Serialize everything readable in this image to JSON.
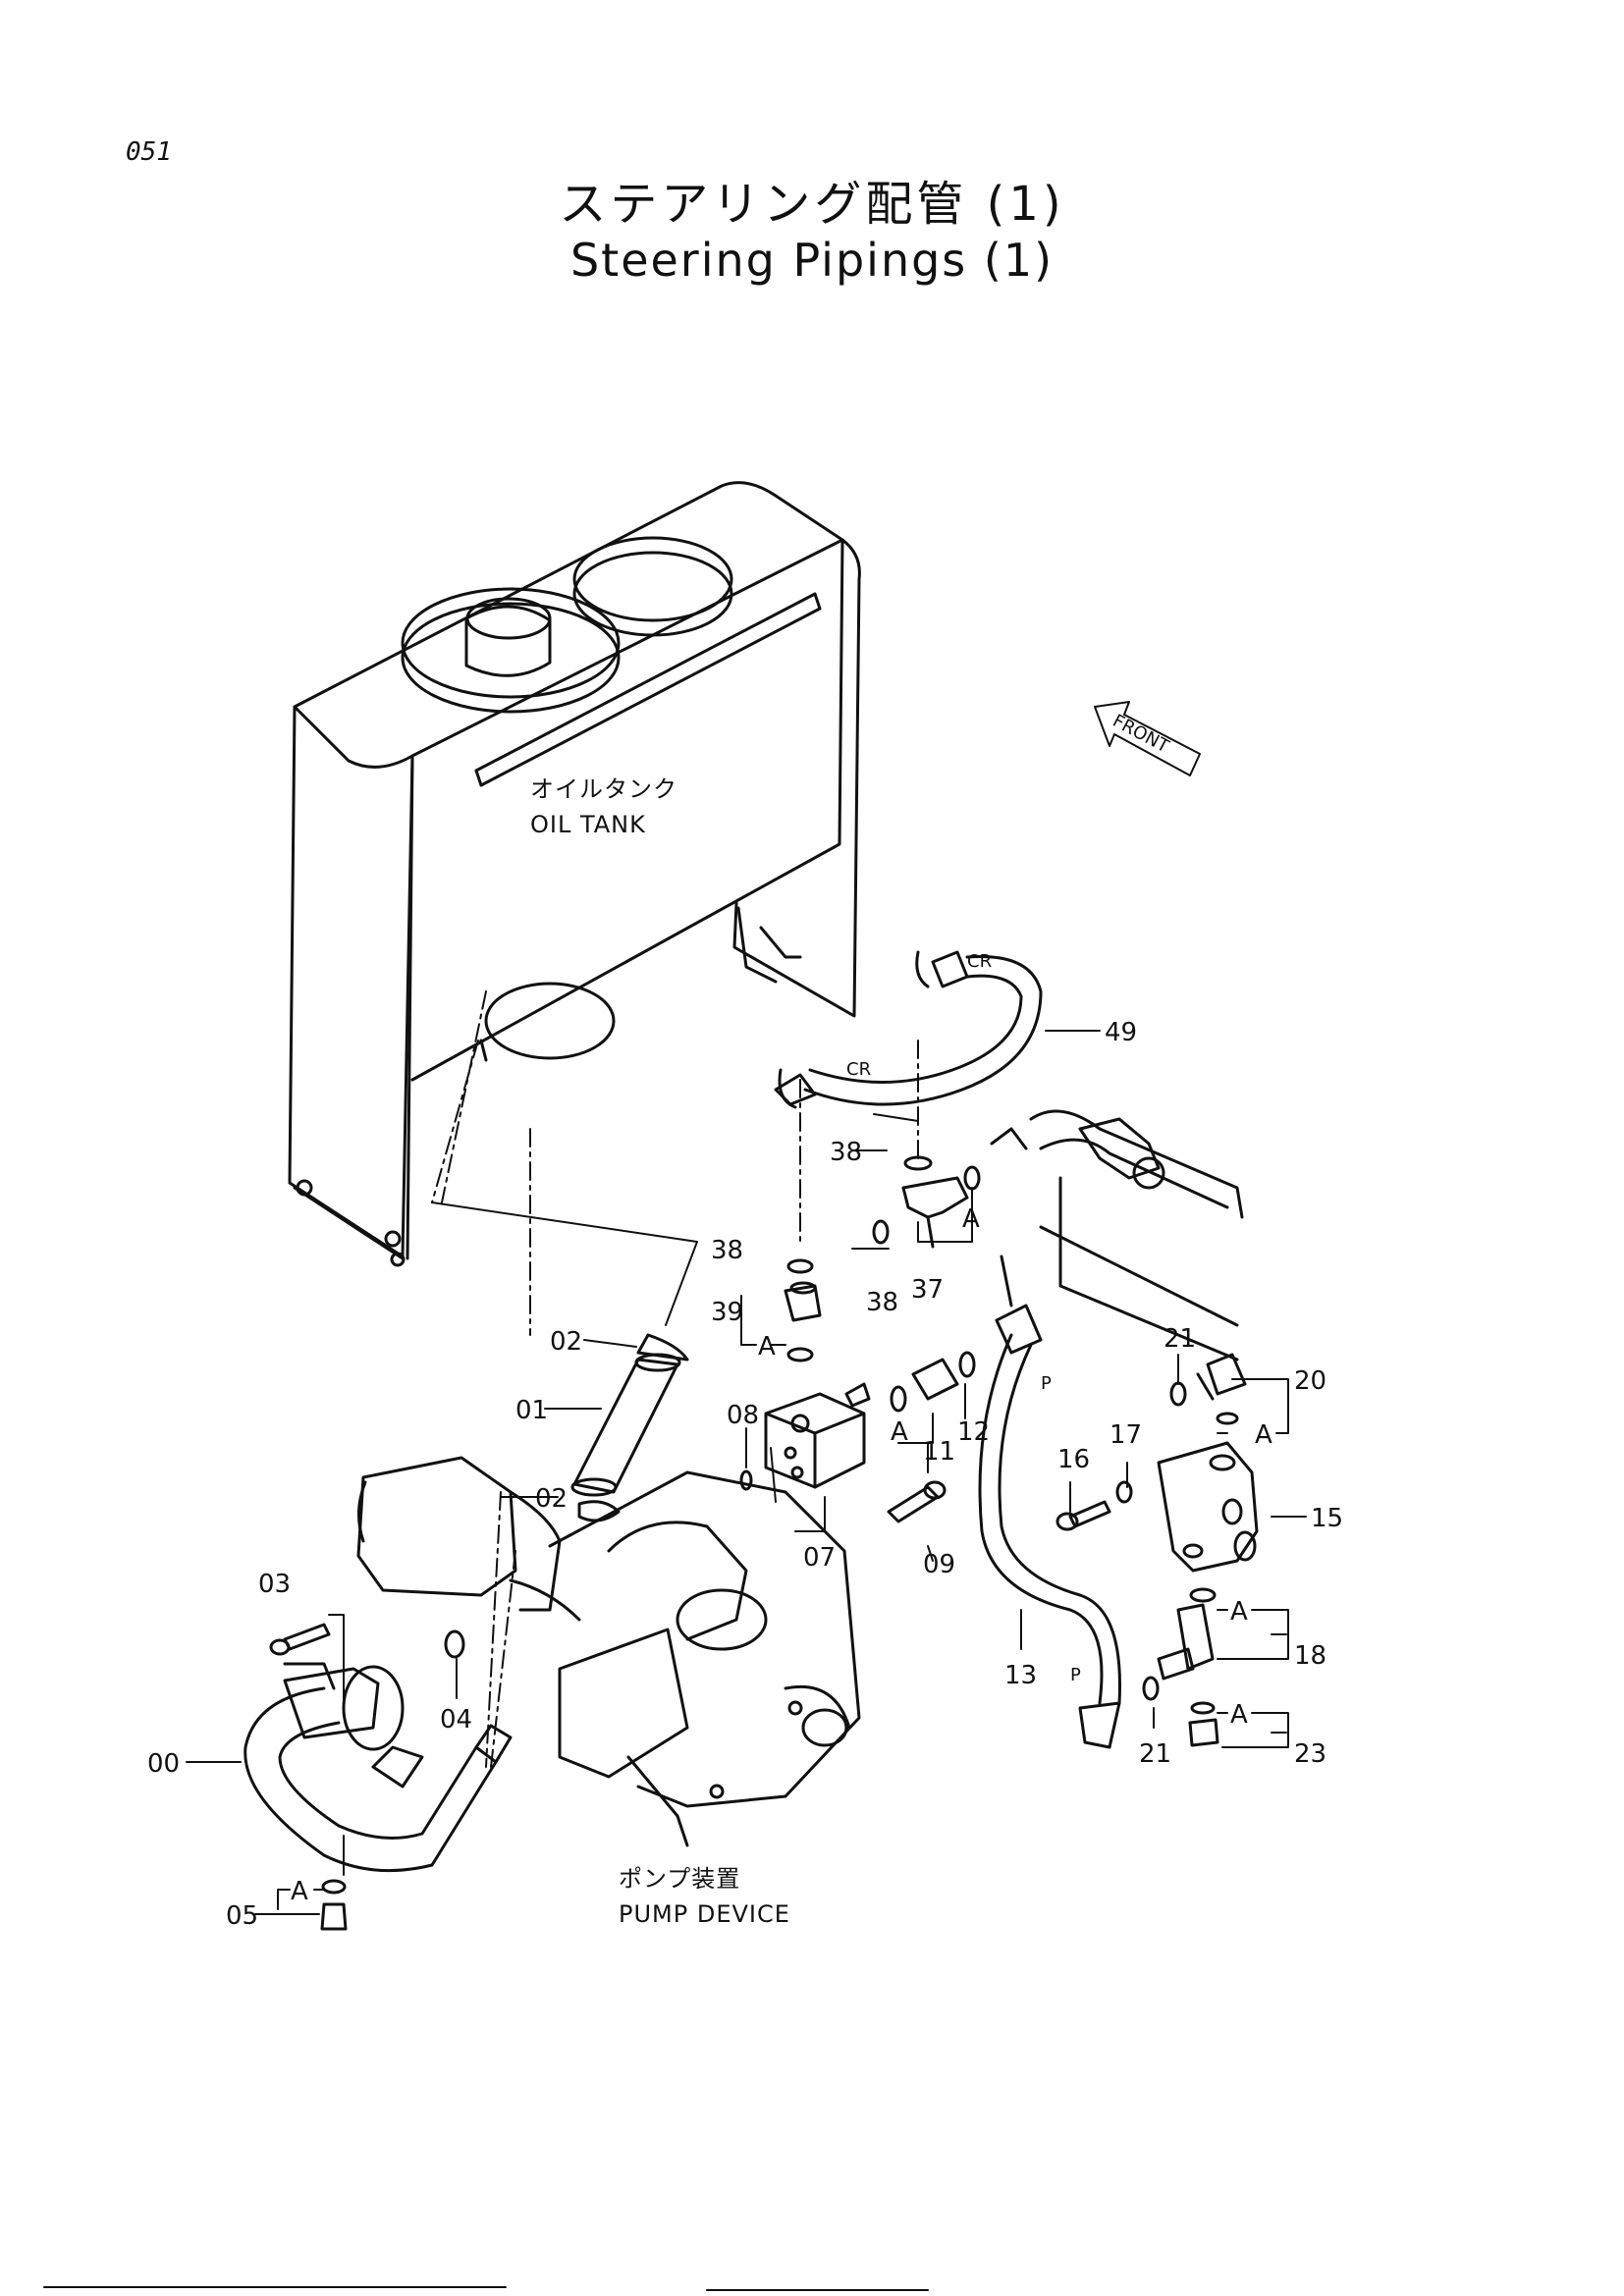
{
  "page_number": "051",
  "title_jp": "ステアリング配管 (1)",
  "title_en": "Steering Pipings (1)",
  "components": {
    "oil_tank_jp": "オイルタンク",
    "oil_tank_en": "OIL TANK",
    "pump_device_jp": "ポンプ装置",
    "pump_device_en": "PUMP DEVICE",
    "front_arrow": "FRONT"
  },
  "part_labels": {
    "p00": "00",
    "p01": "01",
    "p02a": "02",
    "p02b": "02",
    "p03": "03",
    "p04": "04",
    "p05": "05",
    "p07": "07",
    "p08": "08",
    "p09": "09",
    "p11": "11",
    "p12": "12",
    "p13": "13",
    "p15": "15",
    "p16": "16",
    "p17": "17",
    "p18": "18",
    "p20": "20",
    "p21a": "21",
    "p21b": "21",
    "p23": "23",
    "p37": "37",
    "p38a": "38",
    "p38b": "38",
    "p38c": "38",
    "p39": "39",
    "p49": "49"
  },
  "annotations": {
    "group_a": "A",
    "cr": "CR",
    "p": "P"
  }
}
